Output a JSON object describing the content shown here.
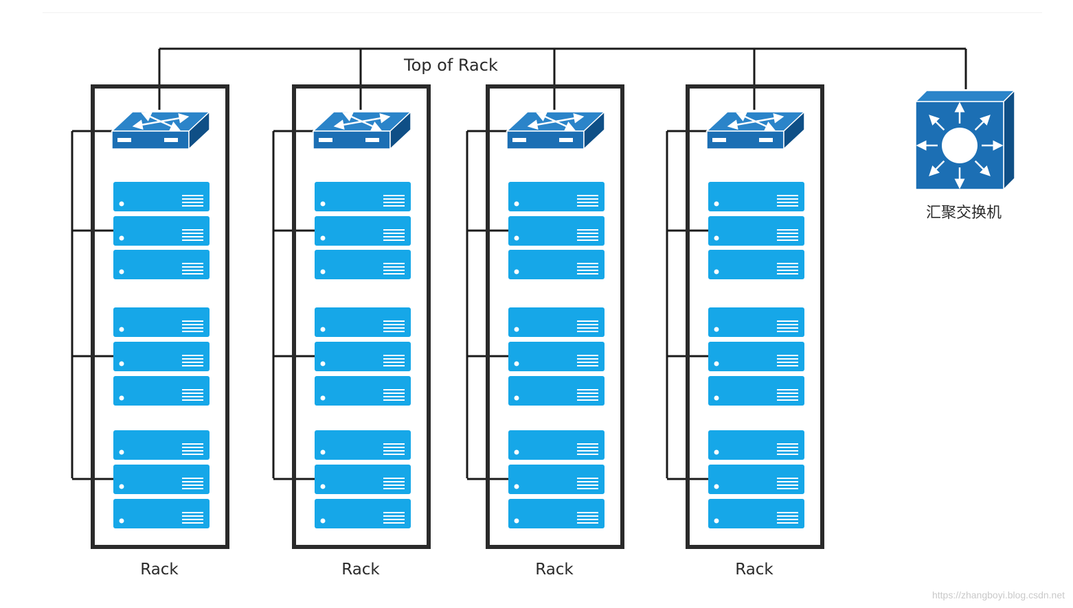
{
  "diagram": {
    "tor_label": "Top of Rack",
    "aggregation_label": "汇聚交换机",
    "watermark": "https://zhangboyi.blog.csdn.net",
    "racks": [
      {
        "label": "Rack"
      },
      {
        "label": "Rack"
      },
      {
        "label": "Rack"
      },
      {
        "label": "Rack"
      }
    ],
    "servers_per_rack": 9,
    "colors": {
      "switch": "#1c6fb4",
      "switch_side": "#0f4f86",
      "server": "#16a7e8",
      "rack_frame": "#2a2a2a",
      "link": "#1a1a1a"
    }
  }
}
